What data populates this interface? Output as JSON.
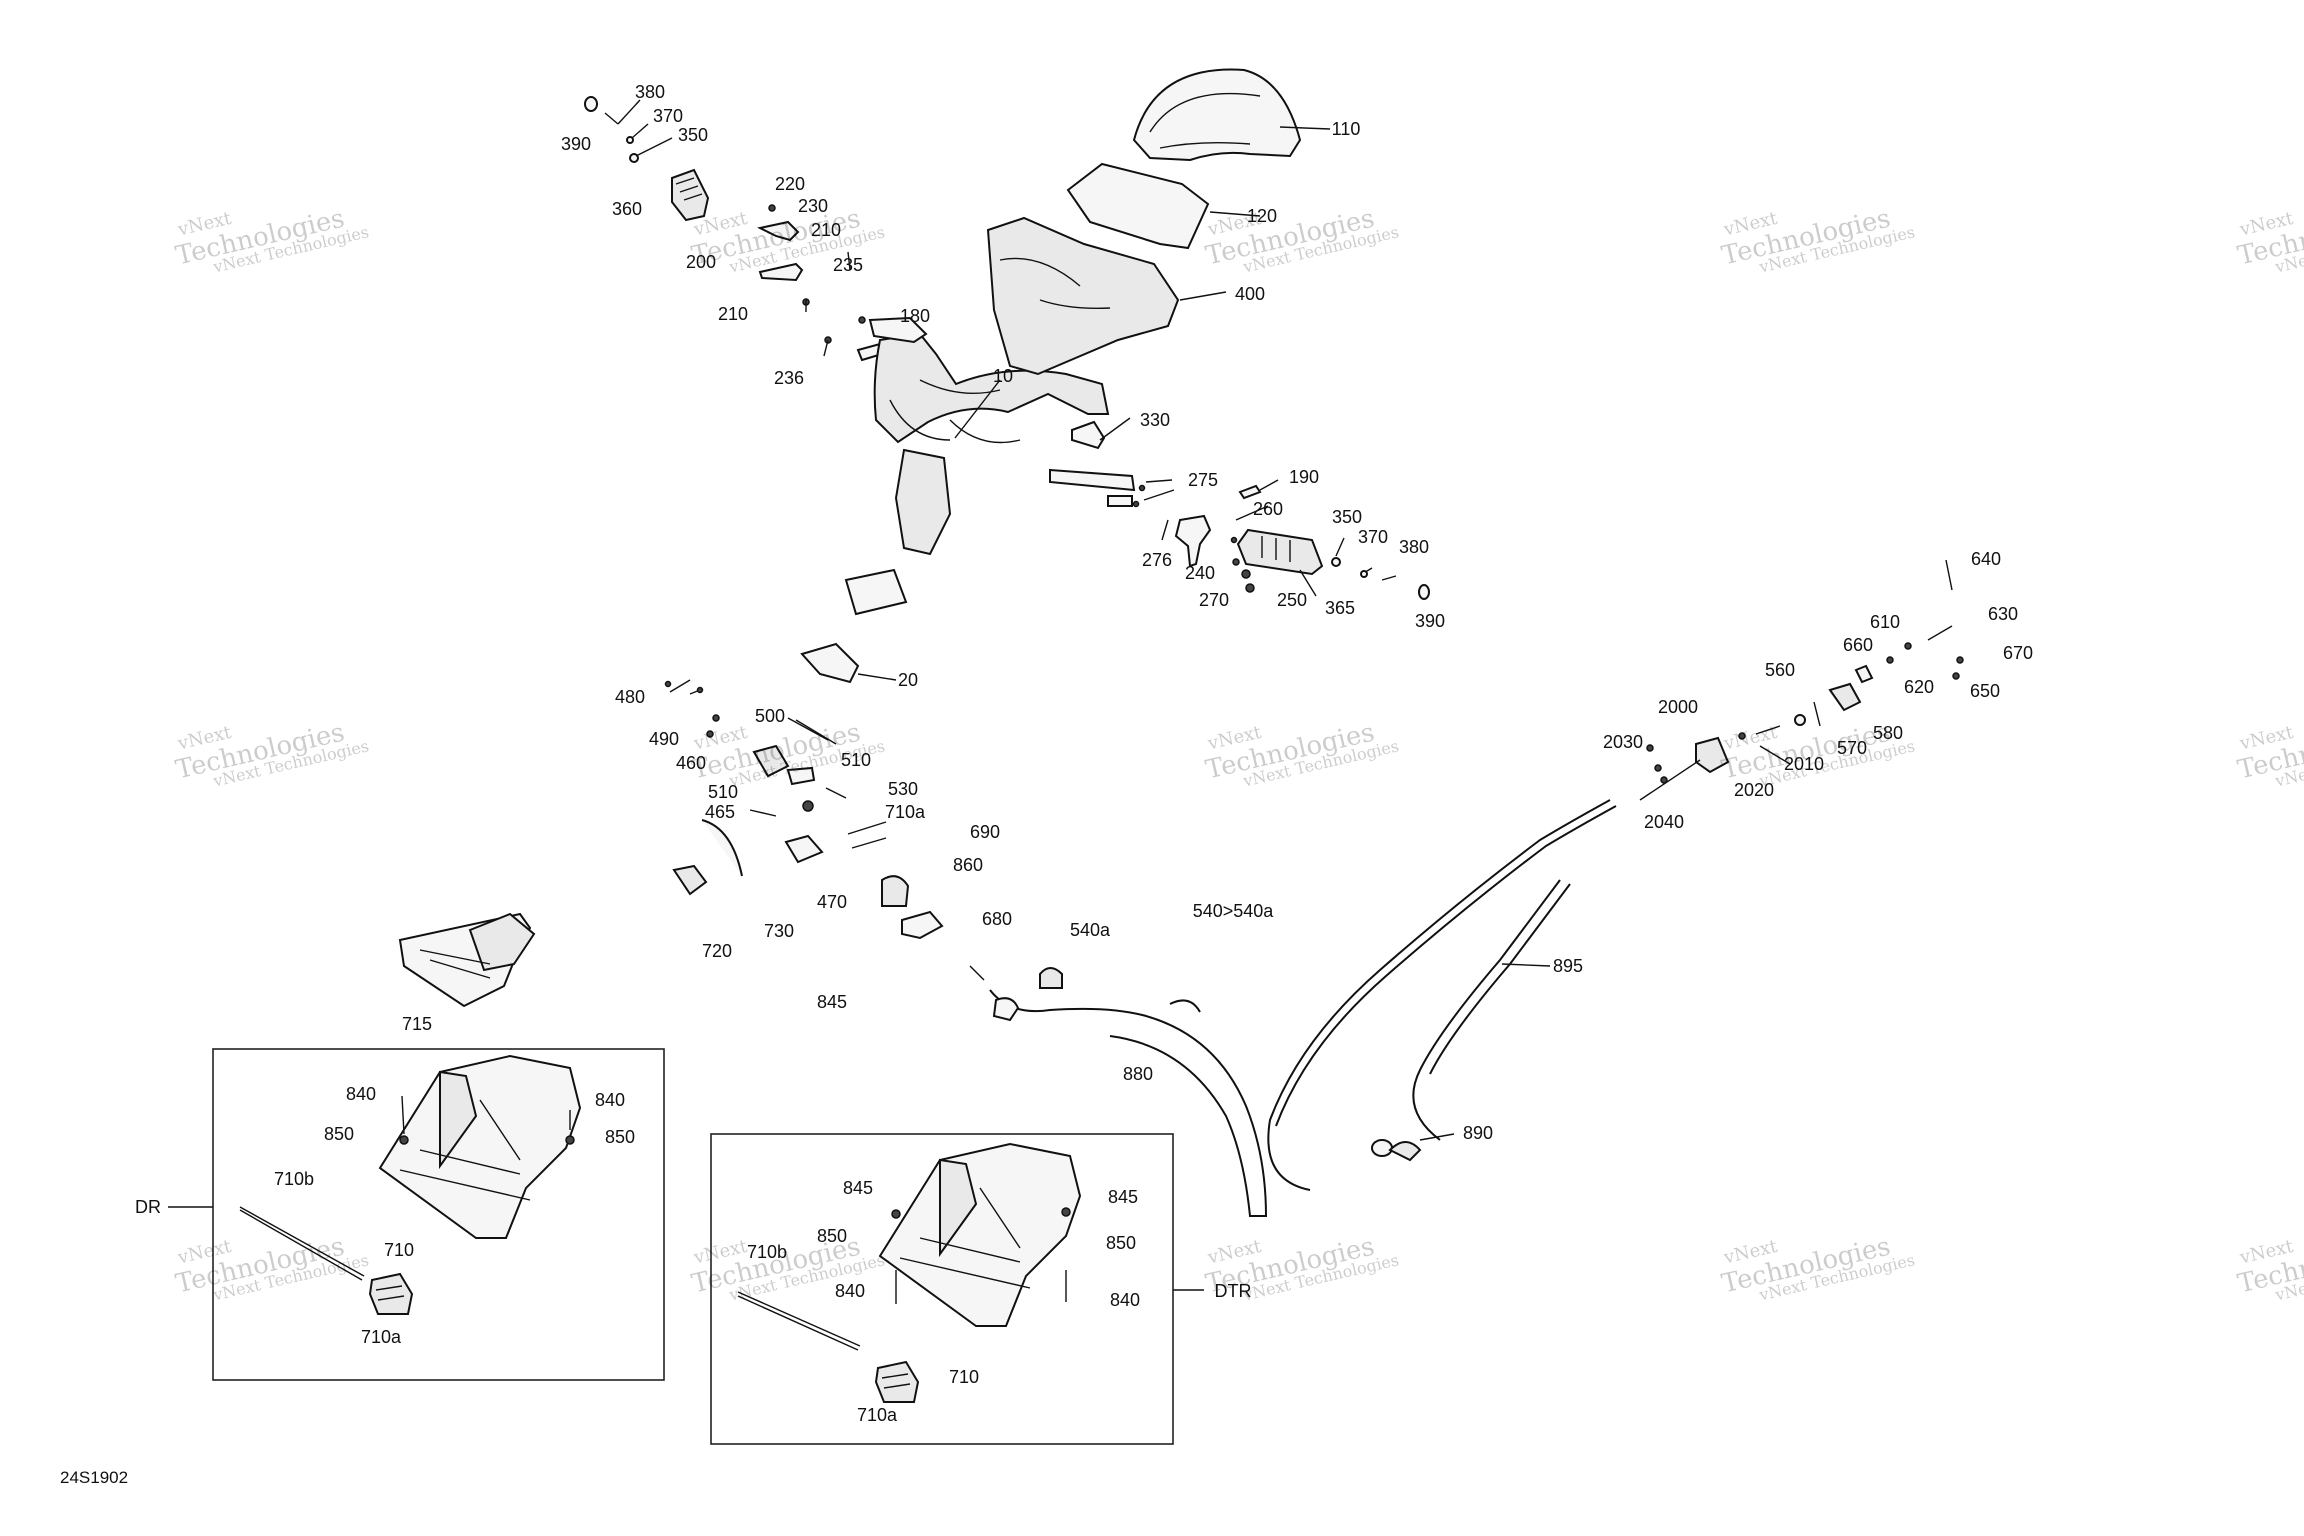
{
  "diagram_code": "24S1902",
  "watermark": {
    "line1": "vNext",
    "line2": "Technologies",
    "line3": "vNext Technologies"
  },
  "callouts": {
    "c380a": "380",
    "c370a": "370",
    "c350a": "350",
    "c390a": "390",
    "c360": "360",
    "c220": "220",
    "c230": "230",
    "c210a": "210",
    "c200": "200",
    "c235": "235",
    "c210b": "210",
    "c236": "236",
    "c180": "180",
    "c10": "10",
    "c110": "110",
    "c120": "120",
    "c400": "400",
    "c330": "330",
    "c275": "275",
    "c190": "190",
    "c260": "260",
    "c276": "276",
    "c240": "240",
    "c270": "270",
    "c250": "250",
    "c365": "365",
    "c350b": "350",
    "c370b": "370",
    "c380b": "380",
    "c390b": "390",
    "c20": "20",
    "c480": "480",
    "c490": "490",
    "c500": "500",
    "c460": "460",
    "c510a": "510",
    "c510b": "510",
    "c530": "530",
    "c710a_top": "710a",
    "c465": "465",
    "c690": "690",
    "c860": "860",
    "c470": "470",
    "c730": "730",
    "c720": "720",
    "c680": "680",
    "c540a": "540a",
    "c540_540a": "540>540a",
    "c845_loose": "845",
    "c880": "880",
    "c895": "895",
    "c890": "890",
    "c715": "715",
    "c640": "640",
    "c630": "630",
    "c610": "610",
    "c660": "660",
    "c670": "670",
    "c620": "620",
    "c650": "650",
    "c560": "560",
    "c2000": "2000",
    "c580": "580",
    "c570": "570",
    "c2030": "2030",
    "c2010": "2010",
    "c2020": "2020",
    "c2040": "2040",
    "c840_l1": "840",
    "c840_l2": "840",
    "c850_l1": "850",
    "c850_l2": "850",
    "c710b_l": "710b",
    "c710_l": "710",
    "c710a_l": "710a",
    "c_dr": "DR",
    "c845_r1": "845",
    "c845_r2": "845",
    "c850_r1": "850",
    "c850_r2": "850",
    "c840_r1": "840",
    "c840_r2": "840",
    "c710b_r": "710b",
    "c710_r": "710",
    "c710a_r": "710a",
    "c_dtr": "DTR"
  }
}
